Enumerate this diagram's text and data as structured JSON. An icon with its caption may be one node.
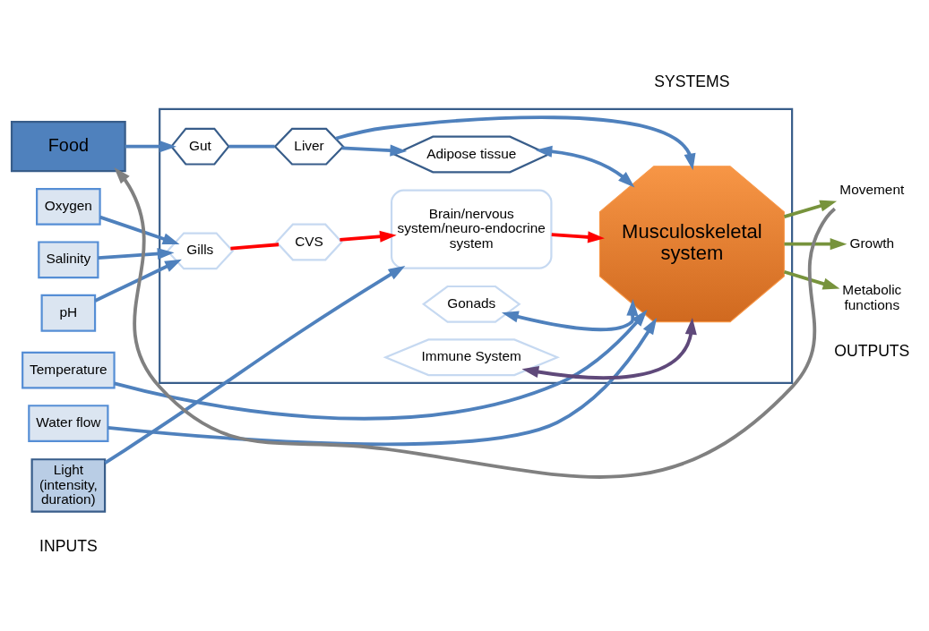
{
  "diagram": {
    "nodes": [
      {
        "text": [
          "Food"
        ]
      },
      {
        "text": [
          "Oxygen"
        ]
      },
      {
        "text": [
          "Salinity"
        ]
      },
      {
        "text": [
          "pH"
        ]
      },
      {
        "text": [
          "Temperature"
        ]
      },
      {
        "text": [
          "Water flow"
        ]
      },
      {
        "text": [
          "Light",
          "(intensity, duration)"
        ]
      },
      {
        "text": [],
        "shape": "box"
      },
      {
        "text": [
          "Gut"
        ],
        "in": 7
      },
      {
        "text": [
          "Liver"
        ],
        "in": 7
      },
      {
        "text": [
          "Adipose tissue"
        ],
        "in": 7
      },
      {
        "text": [
          "Gills"
        ],
        "in": 7
      },
      {
        "text": [
          "CVS"
        ],
        "in": 7
      },
      {
        "text": [
          "Musculoskeletal system"
        ],
        "in": 7
      },
      {
        "text": [
          "Brain/nervous system/neuro-endocrine system"
        ],
        "in": 7
      },
      {
        "text": [
          "Gonads"
        ],
        "in": 7
      },
      {
        "text": [
          "Immune System"
        ],
        "in": 7
      },
      {
        "text": [
          "Movement"
        ]
      },
      {
        "text": [
          "Growth"
        ]
      },
      {
        "text": [
          "Metabolic functions"
        ]
      }
    ],
    "edges": [
      {
        "from": 0,
        "to": 8,
        "arrow": "to"
      },
      {
        "from": 8,
        "to": 9,
        "arrow": "none"
      },
      {
        "from": 9,
        "to": 10,
        "arrow": "to"
      },
      {
        "from": 9,
        "to": 13,
        "arrow": "to"
      },
      {
        "from": 10,
        "to": 13,
        "arrow": "both"
      },
      {
        "from": 1,
        "to": 11,
        "arrow": "to"
      },
      {
        "from": 2,
        "to": 11,
        "arrow": "to"
      },
      {
        "from": 3,
        "to": 11,
        "arrow": "to"
      },
      {
        "from": 4,
        "to": 13,
        "arrow": "to"
      },
      {
        "from": 5,
        "to": 13,
        "arrow": "to"
      },
      {
        "from": 11,
        "to": 12,
        "arrow": "none",
        "color": "#ff0000"
      },
      {
        "from": 12,
        "to": 14,
        "arrow": "to",
        "color": "#ff0000"
      },
      {
        "from": 14,
        "to": 13,
        "arrow": "to",
        "color": "#ff0000"
      },
      {
        "from": 6,
        "to": 14,
        "arrow": "to"
      },
      {
        "from": 15,
        "to": 13,
        "arrow": "both"
      },
      {
        "from": 16,
        "to": 13,
        "arrow": "both",
        "color": "#5f497a"
      },
      {
        "from": 13,
        "to": 17,
        "arrow": "to",
        "color": "#77933c"
      },
      {
        "from": 13,
        "to": 18,
        "arrow": "to",
        "color": "#77933c"
      },
      {
        "from": 13,
        "to": 19,
        "arrow": "to",
        "color": "#77933c"
      },
      {
        "from": 17,
        "to": 0,
        "arrow": "to",
        "color": "#808080"
      }
    ],
    "labels": [
      "INPUTS",
      "SYSTEMS",
      "OUTPUTS"
    ]
  }
}
